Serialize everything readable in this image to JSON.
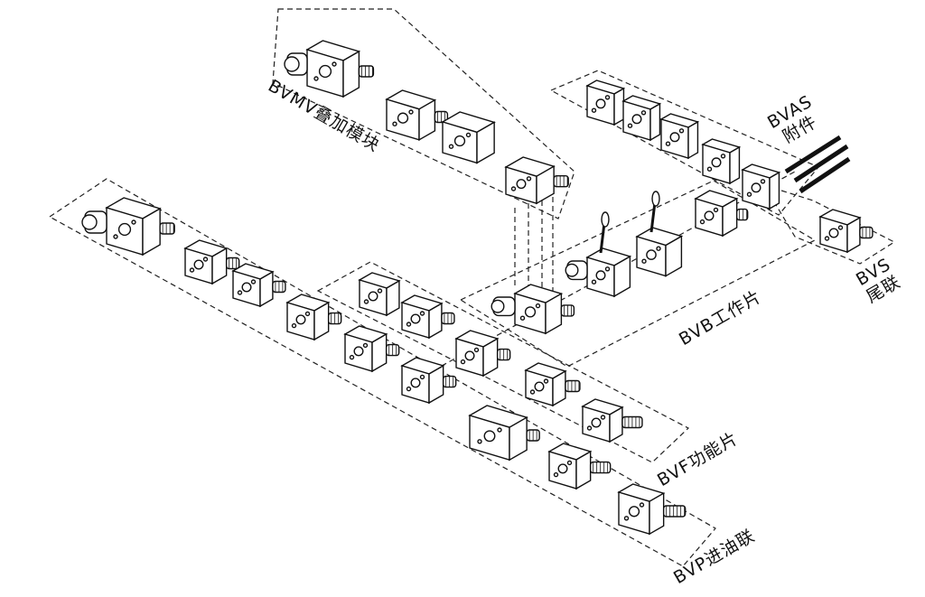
{
  "labels": {
    "bvmv": "BVMV叠加模块",
    "bvas_code": "BVAS",
    "bvas_name": "附件",
    "bvs_code": "BVS",
    "bvs_name": "尾联",
    "bvb": "BVB工作片",
    "bvf": "BVF功能片",
    "bvp": "BVP进油联"
  },
  "colors": {
    "line": "#111111",
    "background": "#ffffff"
  }
}
